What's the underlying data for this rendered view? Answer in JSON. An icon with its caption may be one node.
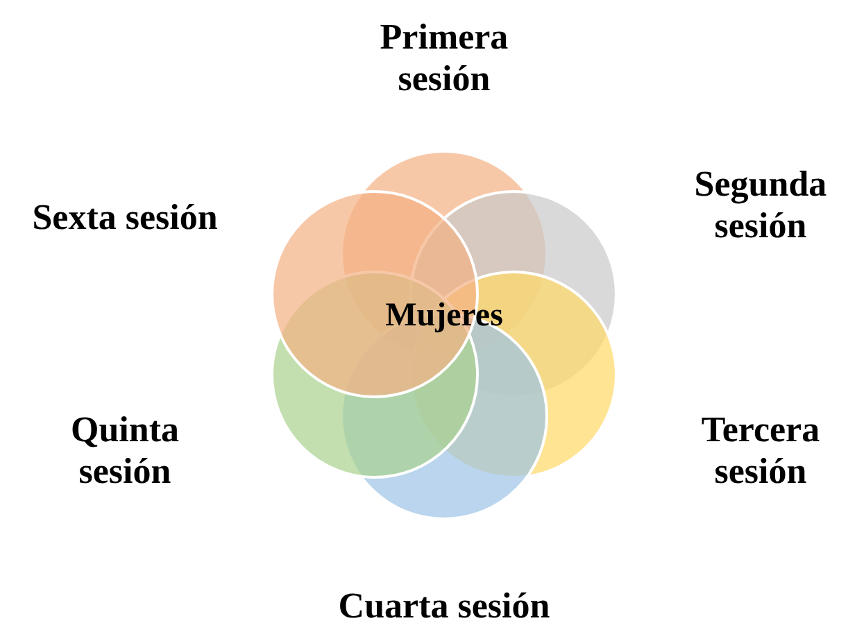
{
  "diagram": {
    "nodes": [
      {
        "text": [
          "Primera sesión"
        ]
      },
      {
        "text": [
          "Segunda sesión"
        ]
      },
      {
        "text": [
          "Tercera sesión"
        ]
      },
      {
        "text": [
          "Cuarta sesión"
        ]
      },
      {
        "text": [
          "Quinta sesión"
        ]
      },
      {
        "text": [
          "Sexta sesión"
        ]
      }
    ],
    "labels": [
      "Mujeres"
    ]
  }
}
